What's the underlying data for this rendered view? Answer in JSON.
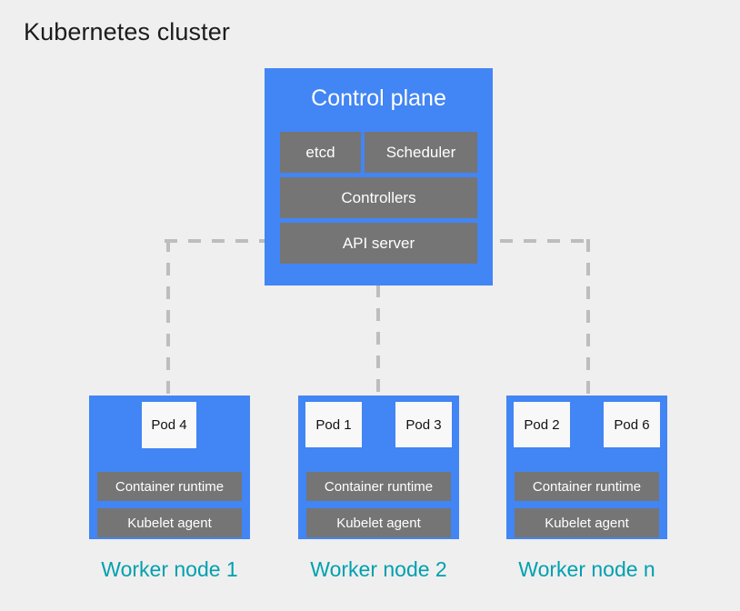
{
  "title": "Kubernetes cluster",
  "colors": {
    "background": "#efefef",
    "node_blue": "#4285f4",
    "component_gray": "#757575",
    "pod_white": "#f8f8f8",
    "label_teal": "#00a0af",
    "connector_gray": "#bdbdbd",
    "title_text": "#1c1c1c"
  },
  "control_plane": {
    "title": "Control plane",
    "components": [
      {
        "id": "etcd",
        "label": "etcd"
      },
      {
        "id": "scheduler",
        "label": "Scheduler"
      },
      {
        "id": "controllers",
        "label": "Controllers"
      },
      {
        "id": "api-server",
        "label": "API server"
      }
    ]
  },
  "worker_nodes": [
    {
      "id": "worker-1",
      "label": "Worker node 1",
      "pods": [
        {
          "label": "Pod 4"
        }
      ],
      "components": [
        {
          "id": "container-runtime",
          "label": "Container runtime"
        },
        {
          "id": "kubelet-agent",
          "label": "Kubelet agent"
        }
      ]
    },
    {
      "id": "worker-2",
      "label": "Worker node 2",
      "pods": [
        {
          "label": "Pod 1"
        },
        {
          "label": "Pod 3"
        }
      ],
      "components": [
        {
          "id": "container-runtime",
          "label": "Container runtime"
        },
        {
          "id": "kubelet-agent",
          "label": "Kubelet agent"
        }
      ]
    },
    {
      "id": "worker-3",
      "label": "Worker node n",
      "pods": [
        {
          "label": "Pod 2"
        },
        {
          "label": "Pod 6"
        }
      ],
      "components": [
        {
          "id": "container-runtime",
          "label": "Container runtime"
        },
        {
          "id": "kubelet-agent",
          "label": "Kubelet agent"
        }
      ]
    }
  ],
  "connectors": [
    {
      "id": "api-to-worker-1",
      "style": "dashed"
    },
    {
      "id": "api-to-worker-2",
      "style": "dashed"
    },
    {
      "id": "api-to-worker-n",
      "style": "dashed"
    }
  ]
}
